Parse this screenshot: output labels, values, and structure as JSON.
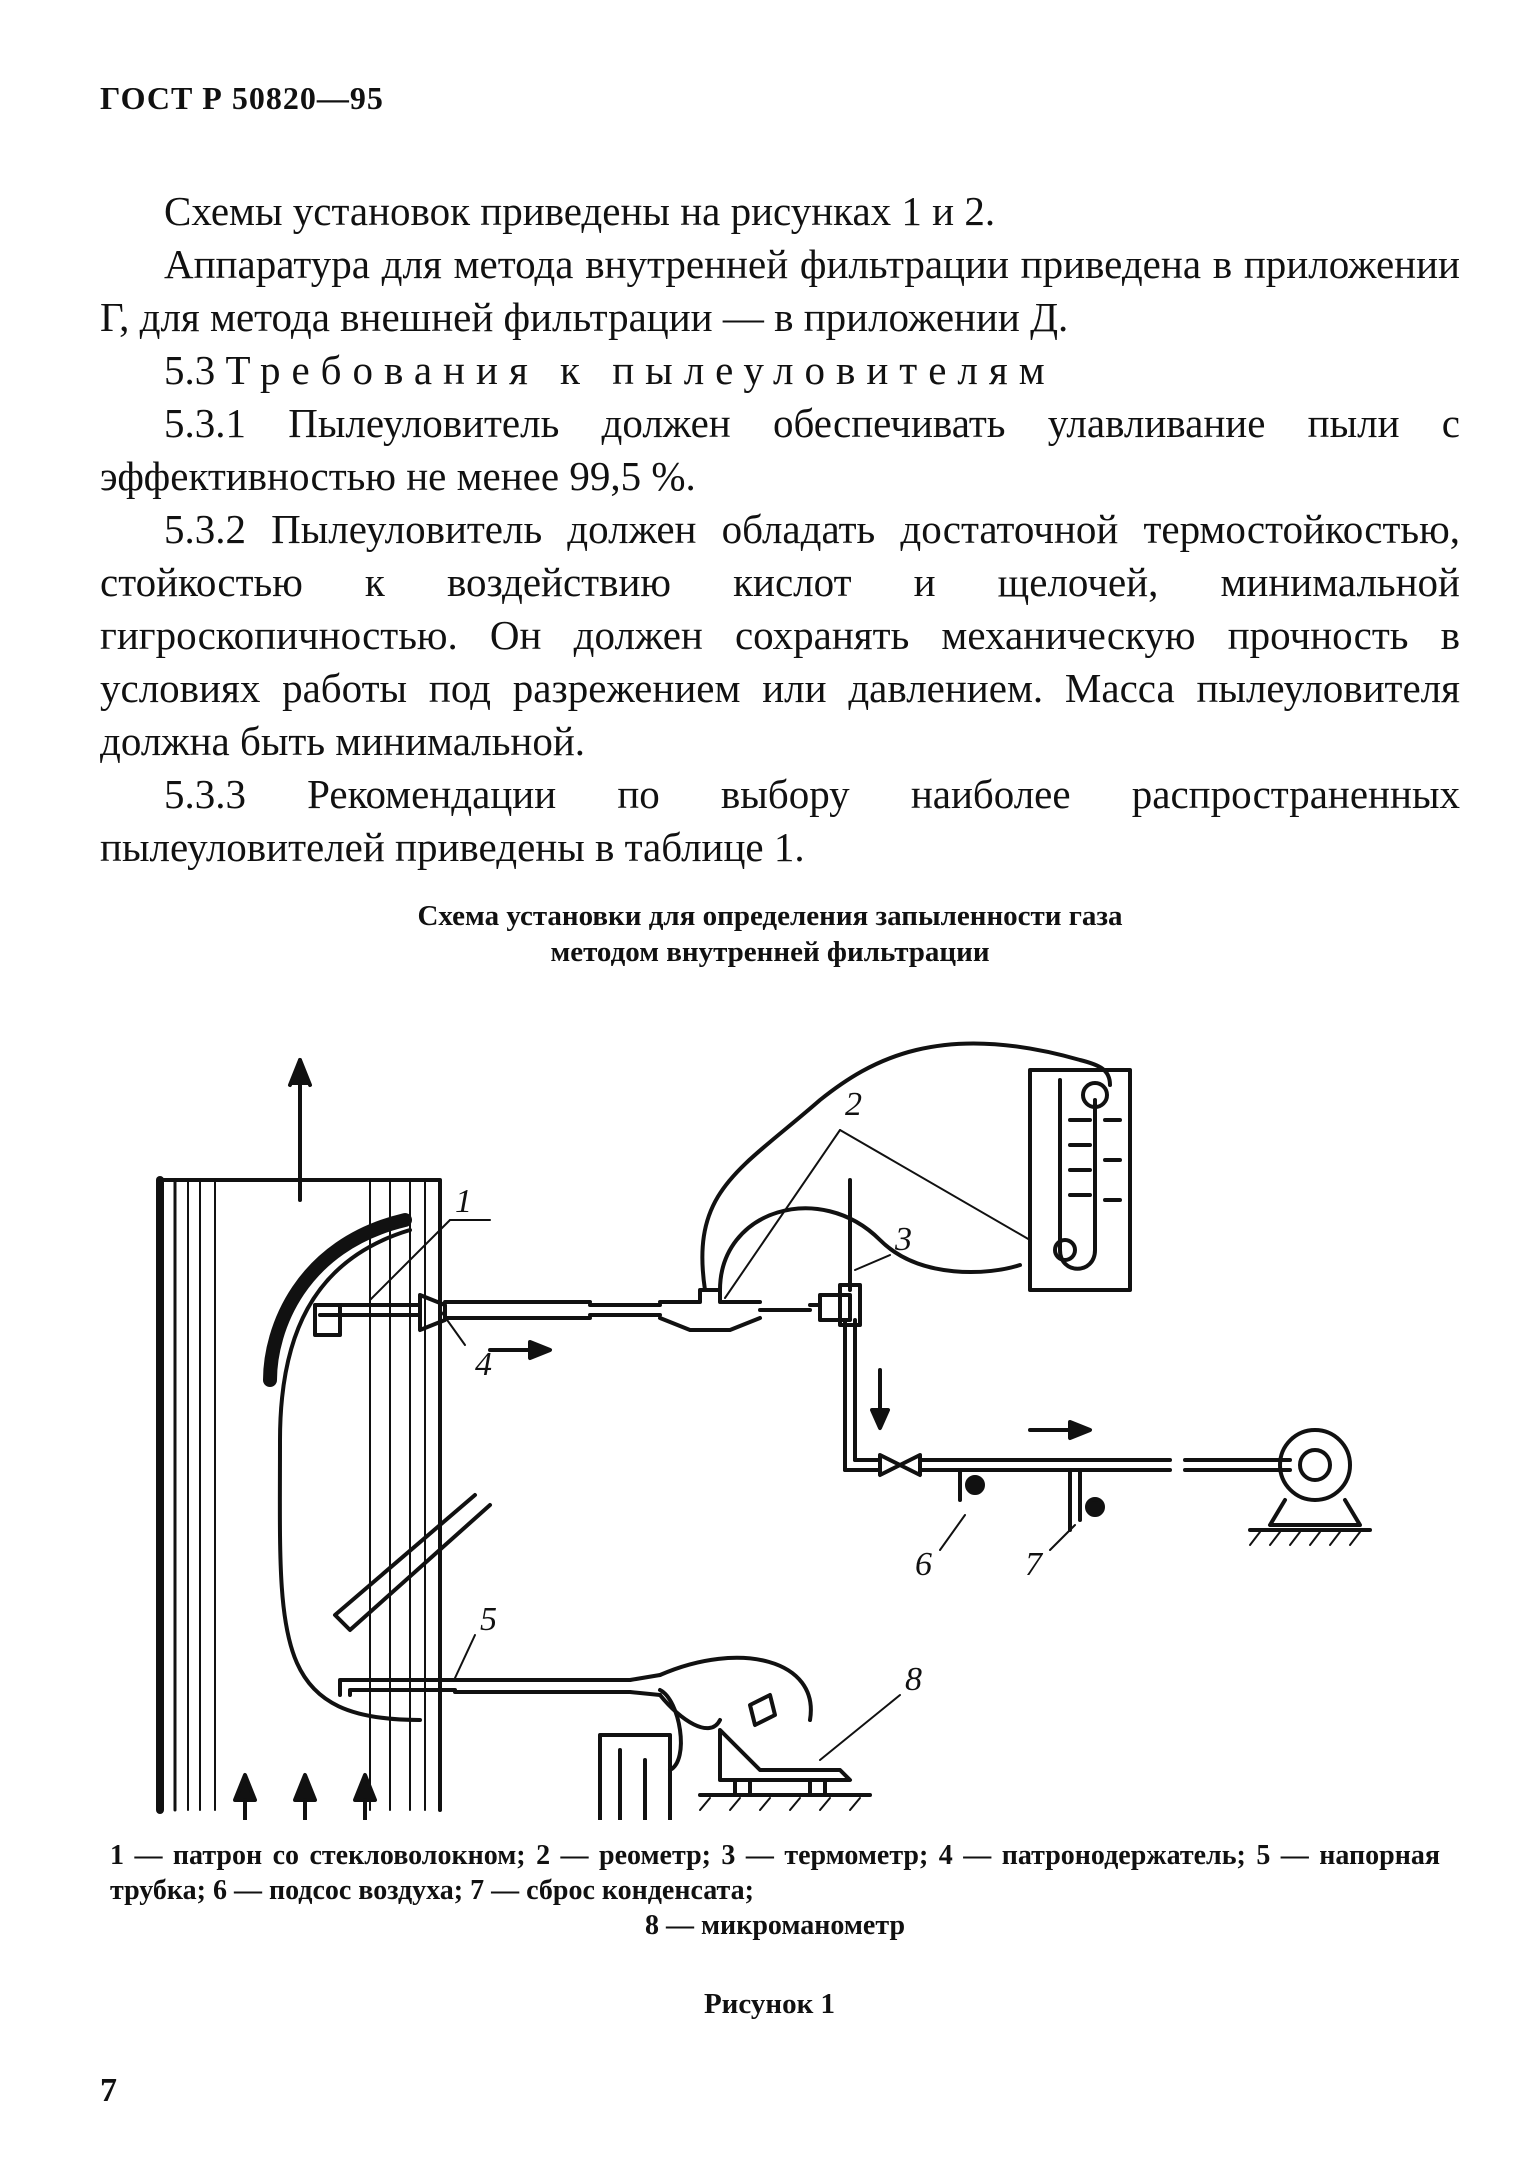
{
  "header": "ГОСТ Р 50820—95",
  "paragraphs": {
    "p1": "Схемы установок приведены на рисунках 1 и 2.",
    "p2": "Аппаратура для метода внутренней фильтрации приведена в приложении Г, для метода внешней фильтрации — в приложении Д.",
    "p3_num": "5.3",
    "p3_title": "Требования к пылеуловителям",
    "p4": "5.3.1 Пылеуловитель должен обеспечивать улавливание пыли с эффективностью не менее 99,5 %.",
    "p5": "5.3.2 Пылеуловитель должен обладать достаточной термостойкостью, стойкостью к воздействию кислот и щелочей, минимальной гигроскопичностью. Он должен сохранять механическую прочность в условиях работы под разрежением или давлением. Масса пылеуловителя должна быть минимальной.",
    "p6": "5.3.3 Рекомендации по выбору наиболее распространенных пылеуловителей приведены в таблице 1."
  },
  "figure": {
    "title_line1": "Схема установки для определения запыленности газа",
    "title_line2": "методом внутренней фильтрации",
    "labels": {
      "l1": "1",
      "l2": "2",
      "l3": "3",
      "l4": "4",
      "l5": "5",
      "l6": "6",
      "l7": "7",
      "l8": "8"
    },
    "caption_line1": "1 — патрон со стекловолокном; 2 — реометр; 3 — термометр; 4 — патронодержатель; 5 — напорная трубка; 6 — подсос воздуха; 7 — сброс конденсата;",
    "caption_line2": "8 — микроманометр",
    "number": "Рисунок 1"
  },
  "page_number": "7"
}
